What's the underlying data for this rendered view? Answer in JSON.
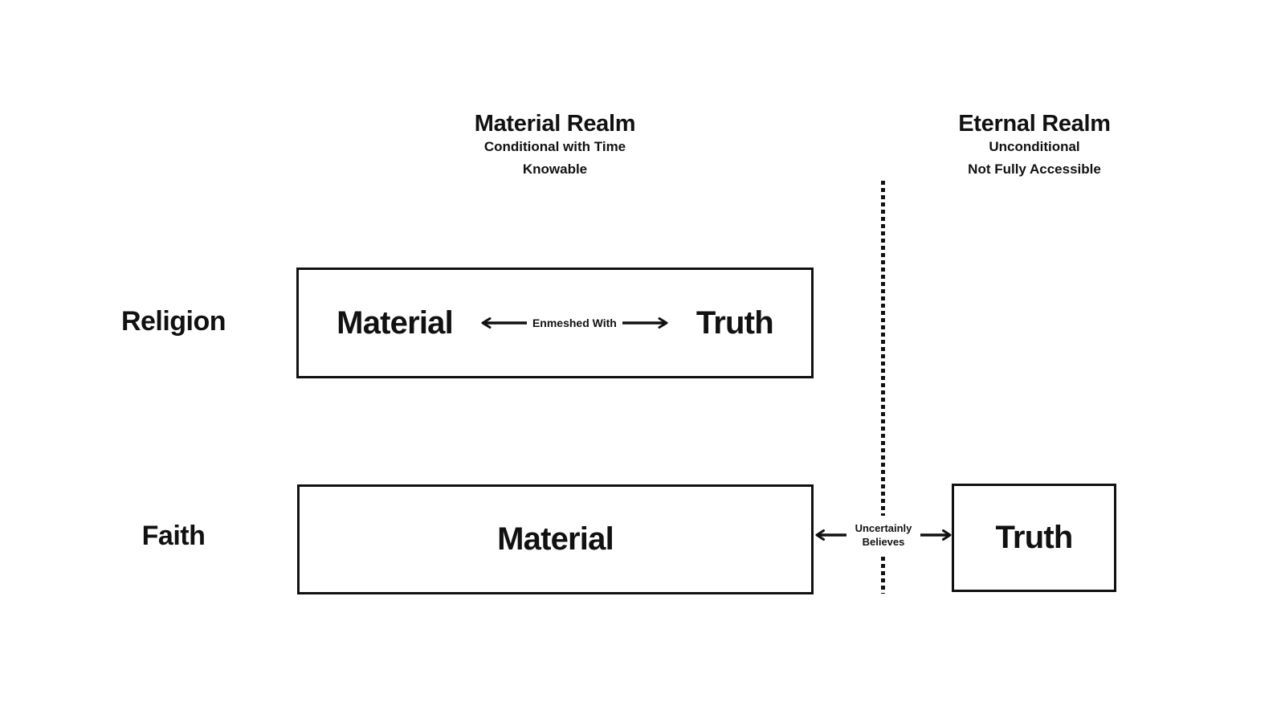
{
  "colors": {
    "background": "#ffffff",
    "ink": "#111111"
  },
  "headers": {
    "material_realm": {
      "title": "Material Realm",
      "subtitles": [
        "Conditional with Time",
        "Knowable"
      ]
    },
    "eternal_realm": {
      "title": "Eternal Realm",
      "subtitles": [
        "Unconditional",
        "Not Fully Accessible"
      ]
    }
  },
  "rows": {
    "religion": {
      "label": "Religion",
      "box": {
        "left_term": "Material",
        "relation": "Enmeshed With",
        "right_term": "Truth"
      }
    },
    "faith": {
      "label": "Faith",
      "material_box": "Material",
      "relation_lines": [
        "Uncertainly",
        "Believes"
      ],
      "truth_box": "Truth"
    }
  }
}
